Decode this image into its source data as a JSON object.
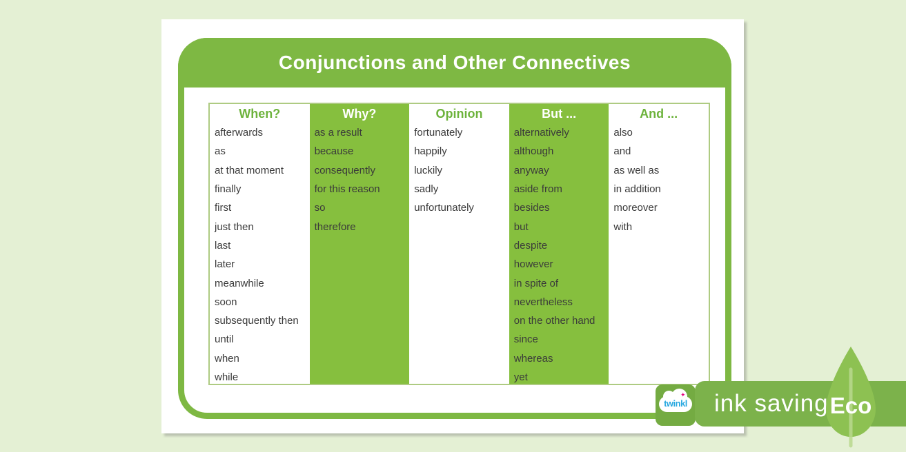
{
  "poster": {
    "title": "Conjunctions and Other Connectives"
  },
  "table": {
    "columns": [
      {
        "header": "When?",
        "variant": "white",
        "items": [
          "afterwards",
          "as",
          "at that moment",
          "finally",
          "first",
          "just then",
          "last",
          "later",
          "meanwhile",
          "soon",
          "subsequently then",
          "until",
          "when",
          "while"
        ]
      },
      {
        "header": "Why?",
        "variant": "green",
        "items": [
          "as a result",
          "because",
          "consequently",
          "for this reason",
          "so",
          "therefore"
        ]
      },
      {
        "header": "Opinion",
        "variant": "white",
        "items": [
          "fortunately",
          "happily",
          "luckily",
          "sadly",
          "unfortunately"
        ]
      },
      {
        "header": "But ...",
        "variant": "green",
        "items": [
          "alternatively",
          "although",
          "anyway",
          "aside from",
          "besides",
          "but",
          "despite",
          "however",
          "in spite of",
          "nevertheless",
          "on the other hand",
          "since",
          "whereas",
          "yet"
        ]
      },
      {
        "header": "And ...",
        "variant": "white",
        "items": [
          "also",
          "and",
          "as well as",
          "in addition",
          "moreover",
          "with"
        ]
      }
    ]
  },
  "footer": {
    "brand": "twinkl",
    "banner_label": "ink saving",
    "eco_label": "Eco"
  },
  "colors": {
    "page_background": "#e4f0d4",
    "frame_green": "#7eb843",
    "column_green": "#86bf3e",
    "header_text_green": "#6db33c",
    "banner_green": "#7cb24b",
    "leaf_green": "#8dc152",
    "twinkl_blue": "#2aa9e0",
    "twinkl_pink": "#e5007d",
    "body_text": "#3a3a3a"
  }
}
